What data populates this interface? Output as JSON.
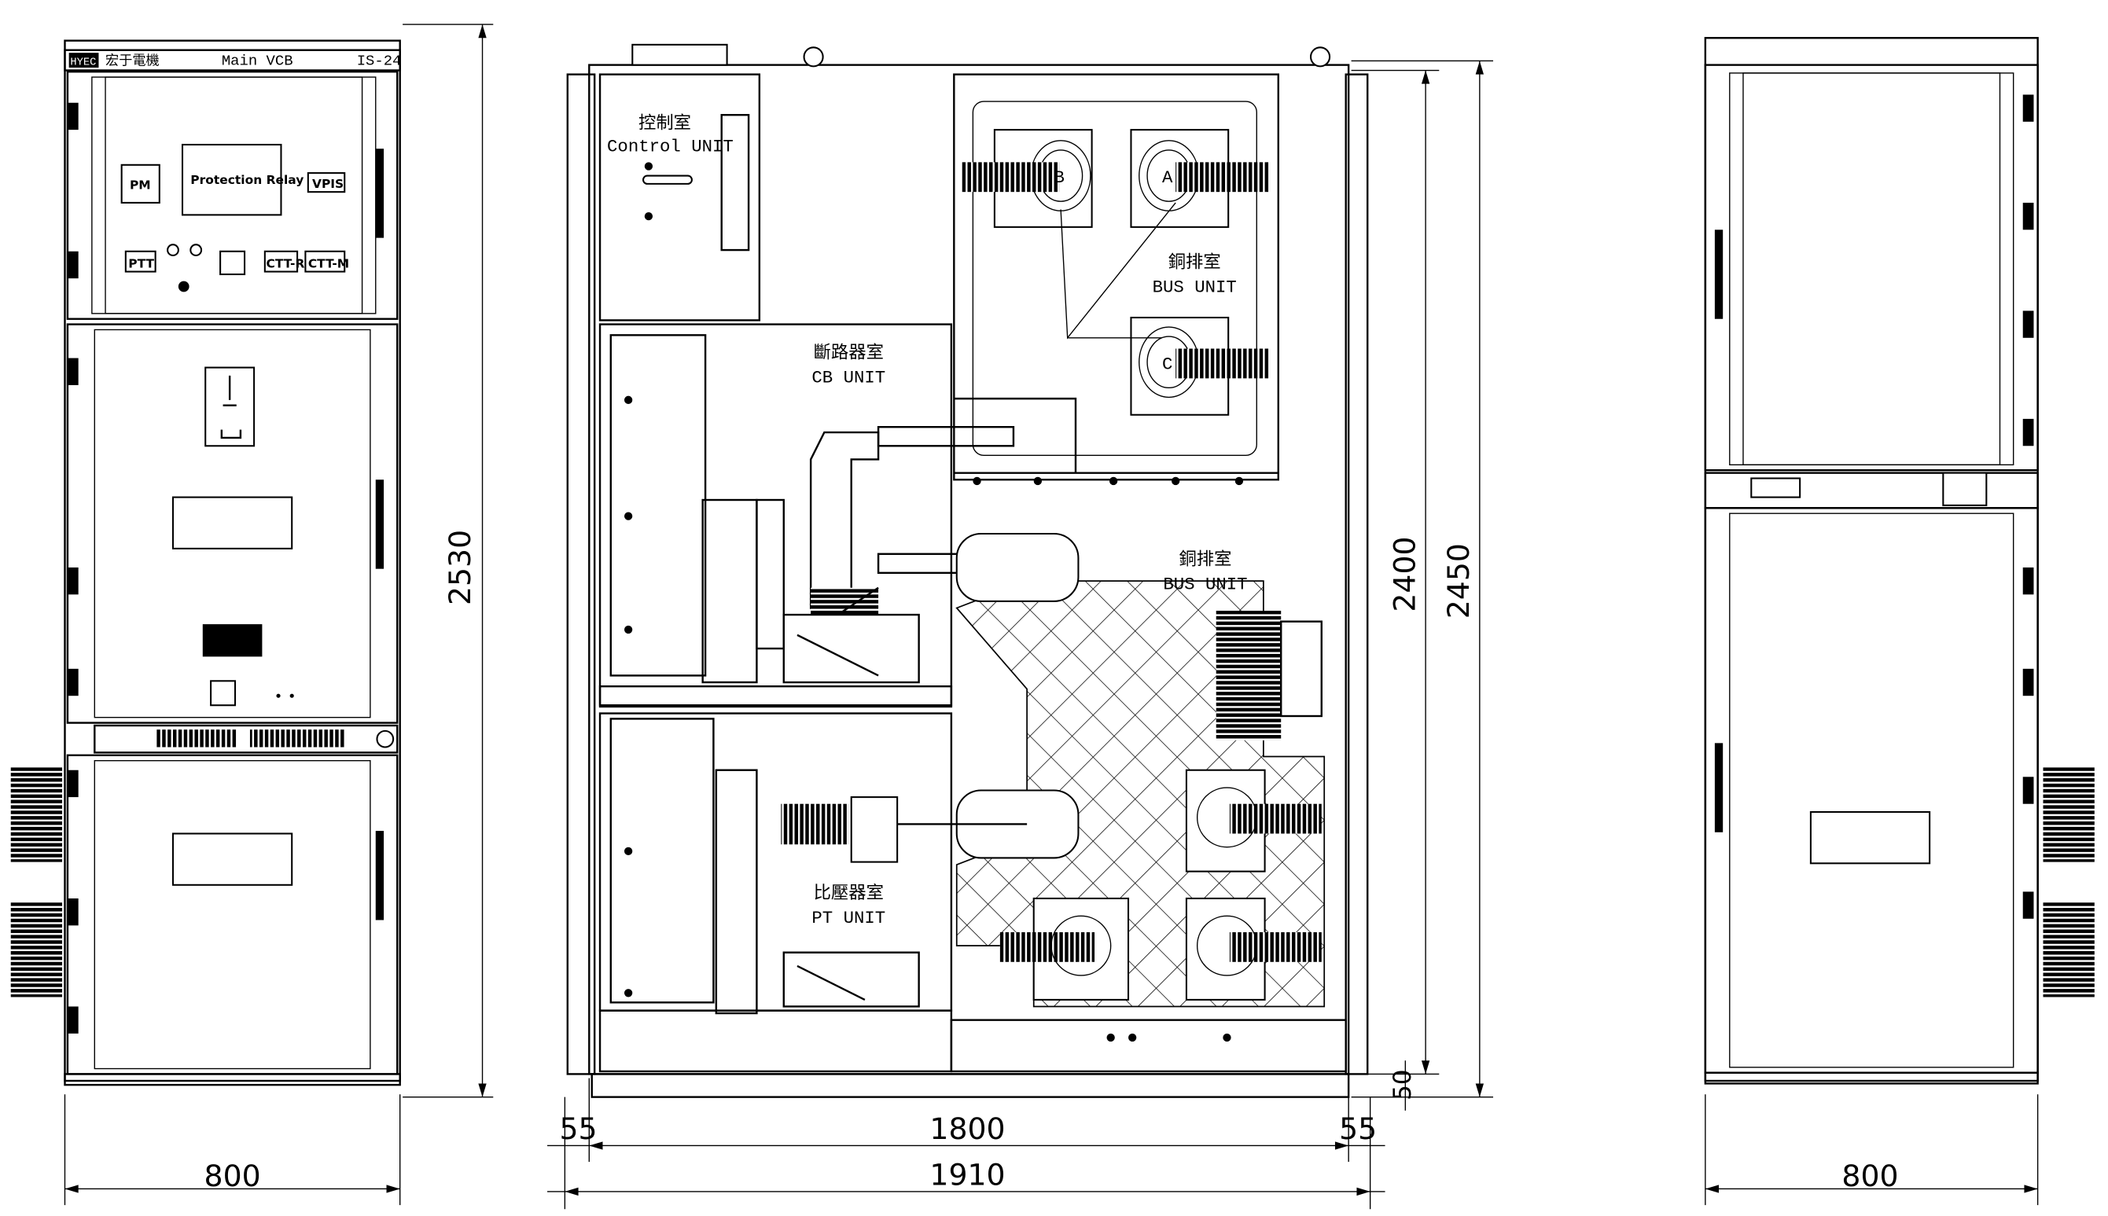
{
  "front_panel": {
    "brand": "HYEC",
    "company": "宏于電機",
    "title": "Main VCB",
    "model": "IS-24",
    "instruments": {
      "pm": "PM",
      "relay": "Protection Relay",
      "vpis": "VPIS",
      "ptt": "PTT",
      "ctt_r": "CTT-R",
      "ctt_m": "CTT-M"
    }
  },
  "section_view": {
    "control_unit": {
      "zh": "控制室",
      "en": "Control UNIT"
    },
    "cb_unit": {
      "zh": "斷路器室",
      "en": "CB UNIT"
    },
    "bus_unit_upper": {
      "zh": "銅排室",
      "en": "BUS UNIT"
    },
    "bus_unit_lower": {
      "zh": "銅排室",
      "en": "BUS UNIT"
    },
    "pt_unit": {
      "zh": "比壓器室",
      "en": "PT UNIT"
    },
    "phases": [
      "A",
      "B",
      "C"
    ]
  },
  "dimensions": {
    "front_width": "800",
    "front_height": "2530",
    "side_left_margin": "55",
    "side_inner_width": "1800",
    "side_right_margin": "55",
    "side_total_width": "1910",
    "side_body_height": "2400",
    "side_total_height": "2450",
    "base_height": "50",
    "rear_width": "800"
  }
}
